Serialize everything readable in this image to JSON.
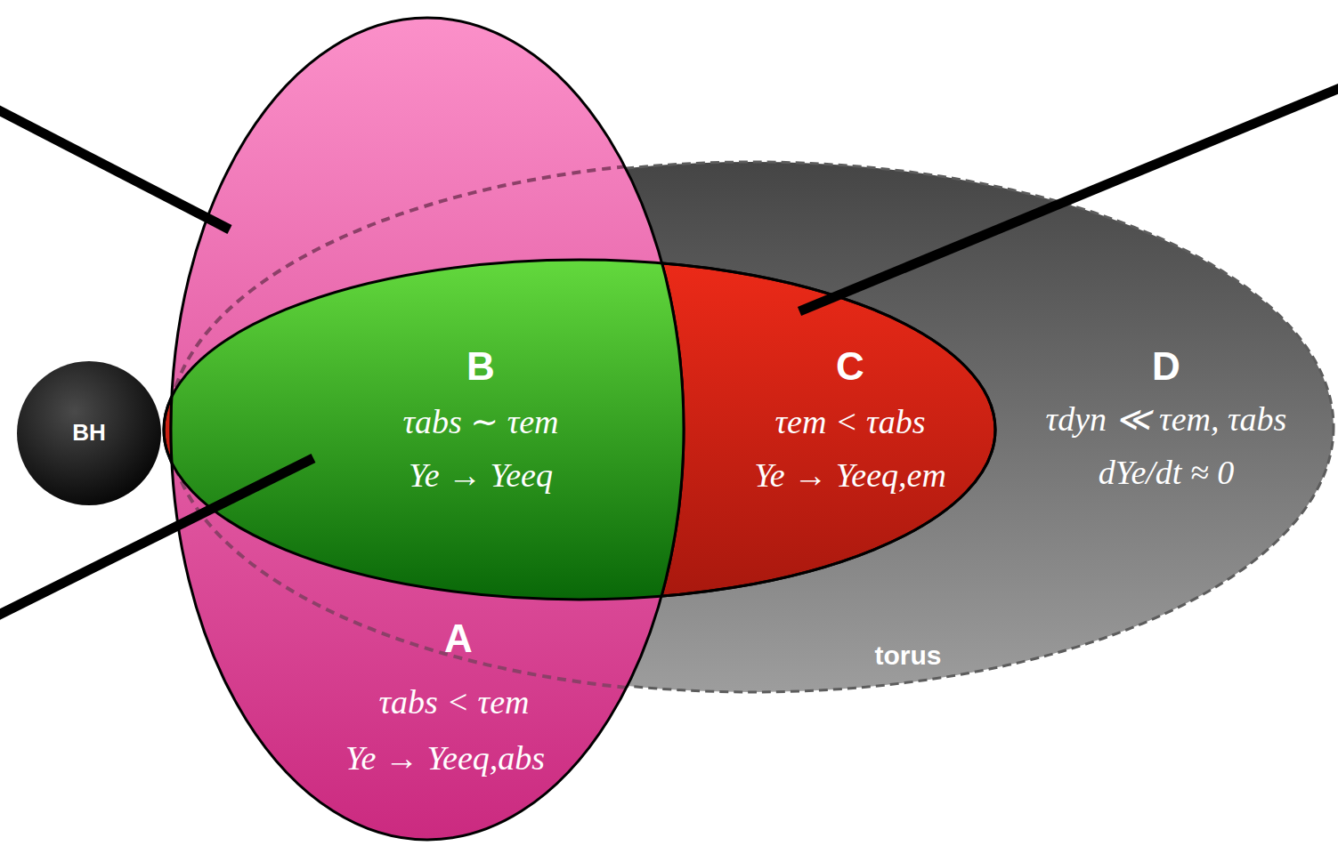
{
  "diagram": {
    "nodes": [
      {
        "text": [
          "BH"
        ]
      },
      {
        "text": [
          "D",
          "τdyn ≪ τem, τabs",
          "dYe/dt ≈ 0",
          "torus"
        ]
      },
      {
        "text": [
          "A",
          "τabs < τem",
          "Ye → Yeeq,abs"
        ]
      },
      {
        "text": [
          "B",
          "τabs ∼ τem",
          "Ye → Yeeq"
        ],
        "in": 2
      },
      {
        "text": [
          "C",
          "τem < τabs",
          "Ye → Yeeq,em"
        ],
        "in": 1
      }
    ]
  }
}
